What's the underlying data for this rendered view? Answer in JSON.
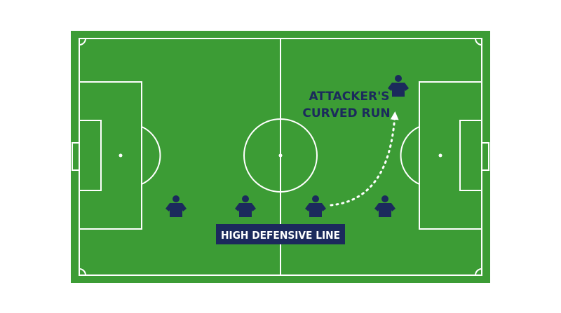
{
  "annotations": {
    "attacker_run_line1": "ATTACKER'S",
    "attacker_run_line2": "CURVED RUN",
    "defensive_line": "HIGH DEFENSIVE LINE"
  },
  "colors": {
    "pitch_green": "#3c9c35",
    "pitch_lines": "#ffffff",
    "player_navy": "#1b2a5c",
    "label_box": "#1b2a5c"
  },
  "players": [
    {
      "role": "defender",
      "icon": "player-icon"
    },
    {
      "role": "defender",
      "icon": "player-icon"
    },
    {
      "role": "defender",
      "icon": "player-icon"
    },
    {
      "role": "defender",
      "icon": "player-icon"
    },
    {
      "role": "attacker",
      "icon": "player-icon"
    }
  ]
}
